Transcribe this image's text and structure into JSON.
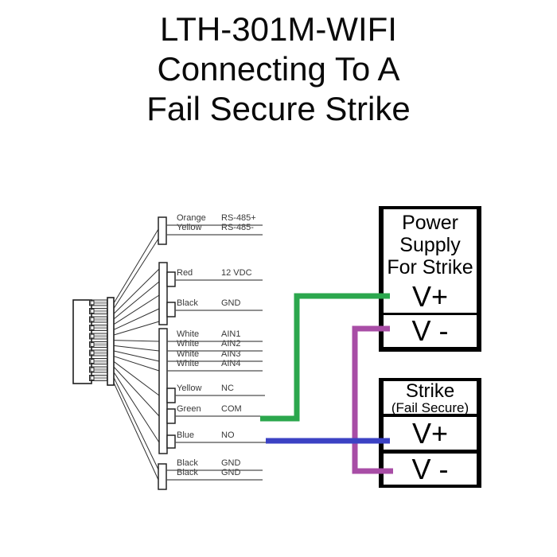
{
  "title": {
    "line1": "LTH-301M-WIFI",
    "line2": "Connecting To A",
    "line3": "Fail Secure Strike"
  },
  "wires": [
    {
      "color": "Orange",
      "function": "RS-485+"
    },
    {
      "color": "Yellow",
      "function": "RS-485-"
    },
    {
      "color": "Red",
      "function": "12 VDC"
    },
    {
      "color": "Black",
      "function": "GND"
    },
    {
      "color": "White",
      "function": "AIN1"
    },
    {
      "color": "White",
      "function": "AIN2"
    },
    {
      "color": "White",
      "function": "AIN3"
    },
    {
      "color": "White",
      "function": "AIN4"
    },
    {
      "color": "Yellow",
      "function": "NC"
    },
    {
      "color": "Green",
      "function": "COM"
    },
    {
      "color": "Blue",
      "function": "NO"
    },
    {
      "color": "Black",
      "function": "GND"
    },
    {
      "color": "Black",
      "function": "GND"
    }
  ],
  "power_supply_box": {
    "title_line1": "Power",
    "title_line2": "Supply",
    "title_line3": "For Strike",
    "terminal_plus": "V+",
    "terminal_minus": "V -"
  },
  "strike_box": {
    "title": "Strike",
    "subtitle": "(Fail Secure)",
    "terminal_plus": "V+",
    "terminal_minus": "V -"
  },
  "connection_colors": {
    "com_to_power_vplus": "#2BA74D",
    "no_to_strike_vplus": "#3B42C4",
    "vminus_to_vminus": "#A84DA6"
  }
}
